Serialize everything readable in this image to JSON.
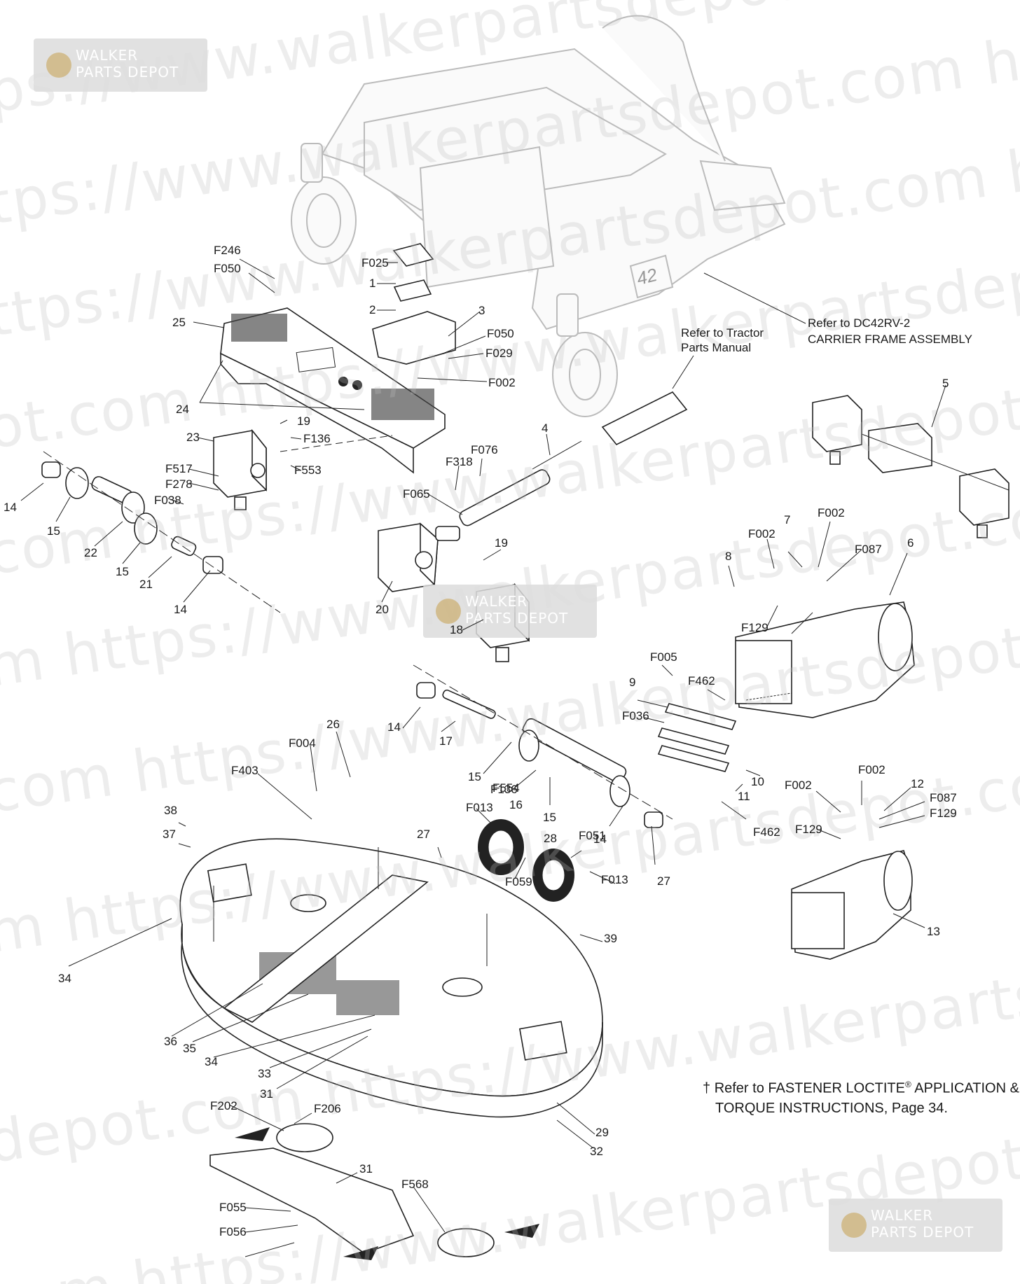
{
  "watermark": {
    "lines": [
      "ps://www.walkerpartsdepot.com  https:/",
      "tps://www.walkerpartsdepot.com  https:/",
      "ttps://www.walkerpartsdepot.com  https:/",
      "ot.com  https://www.walkerpartsdepot.com  https",
      "com  https://www.walkerpartsdepot.com  htt",
      "m  https://www.walkerpartsdepot.com  http",
      "com  https://www.walkerpartsdepot.com  h",
      "m  https://www.walkerpartsdepot.com",
      "depot.com  https://www.walkerpartsdepot",
      "com  https://www.walkerpartsdepot.com"
    ],
    "badge": {
      "line1": "WALKER",
      "line2": "PARTS DEPOT"
    }
  },
  "deck_number": "42",
  "references": {
    "carrier_frame": [
      "Refer to DC42RV-2",
      "CARRIER FRAME ASSEMBLY"
    ],
    "tractor_manual": [
      "Refer to Tractor",
      "Parts Manual"
    ]
  },
  "callouts": [
    "F246",
    "F050",
    "F025",
    "1",
    "2",
    "3",
    "F050",
    "F029",
    "F002",
    "25",
    "24",
    "19",
    "F136",
    "F553",
    "23",
    "F517",
    "F278",
    "F038",
    "14",
    "15",
    "22",
    "15",
    "21",
    "14",
    "4",
    "F318",
    "F076",
    "F065",
    "20",
    "19",
    "18",
    "5",
    "7",
    "F002",
    "F002",
    "F087",
    "8",
    "6",
    "F129",
    "F005",
    "F462",
    "9",
    "F036",
    "10",
    "11",
    "F462",
    "F002",
    "F002",
    "12",
    "F087",
    "F129",
    "F129",
    "13",
    "26",
    "F004",
    "F403",
    "14",
    "17",
    "15",
    "F136",
    "F554",
    "16",
    "15",
    "14",
    "27",
    "F013",
    "27",
    "F051",
    "28",
    "F059",
    "F013",
    "39",
    "38",
    "37",
    "34",
    "36",
    "35",
    "34",
    "33",
    "31",
    "F202",
    "F206",
    "29",
    "32",
    "31",
    "F568",
    "F055",
    "F056"
  ],
  "footnote": {
    "dagger": "†",
    "line1_before": "Refer to FASTENER LOCTITE",
    "line1_sup": "®",
    "line1_after": " APPLICATION &",
    "line2": "TORQUE INSTRUCTIONS, Page 34."
  }
}
